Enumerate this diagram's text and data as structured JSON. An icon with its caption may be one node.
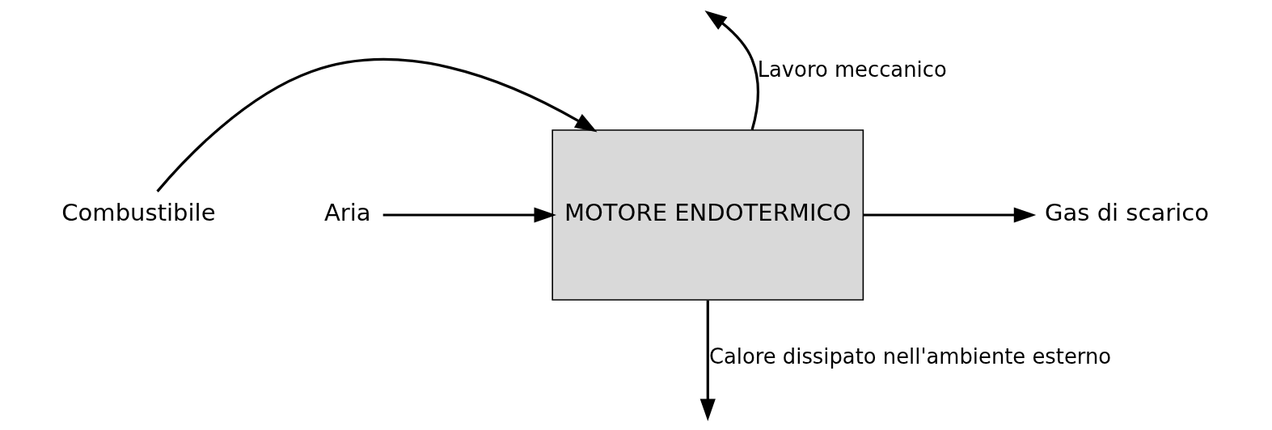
{
  "diagram": {
    "nodes": [
      {
        "text": [
          "MOTORE ENDOTERMICO"
        ]
      },
      {
        "text": [
          "Combustibile"
        ]
      },
      {
        "text": [
          "Aria"
        ]
      },
      {
        "text": [
          "Gas di scarico"
        ]
      }
    ],
    "edges": [
      {
        "from": 1,
        "to": 0,
        "arrow": "to"
      },
      {
        "from": 2,
        "to": 0,
        "arrow": "to"
      },
      {
        "from": 0,
        "to": 3,
        "arrow": "to"
      },
      {
        "from": 0,
        "to": null,
        "arrow": "to",
        "label": "Lavoro meccanico"
      },
      {
        "from": 0,
        "to": null,
        "arrow": "to",
        "label": "Calore dissipato nell'ambiente esterno"
      }
    ]
  }
}
